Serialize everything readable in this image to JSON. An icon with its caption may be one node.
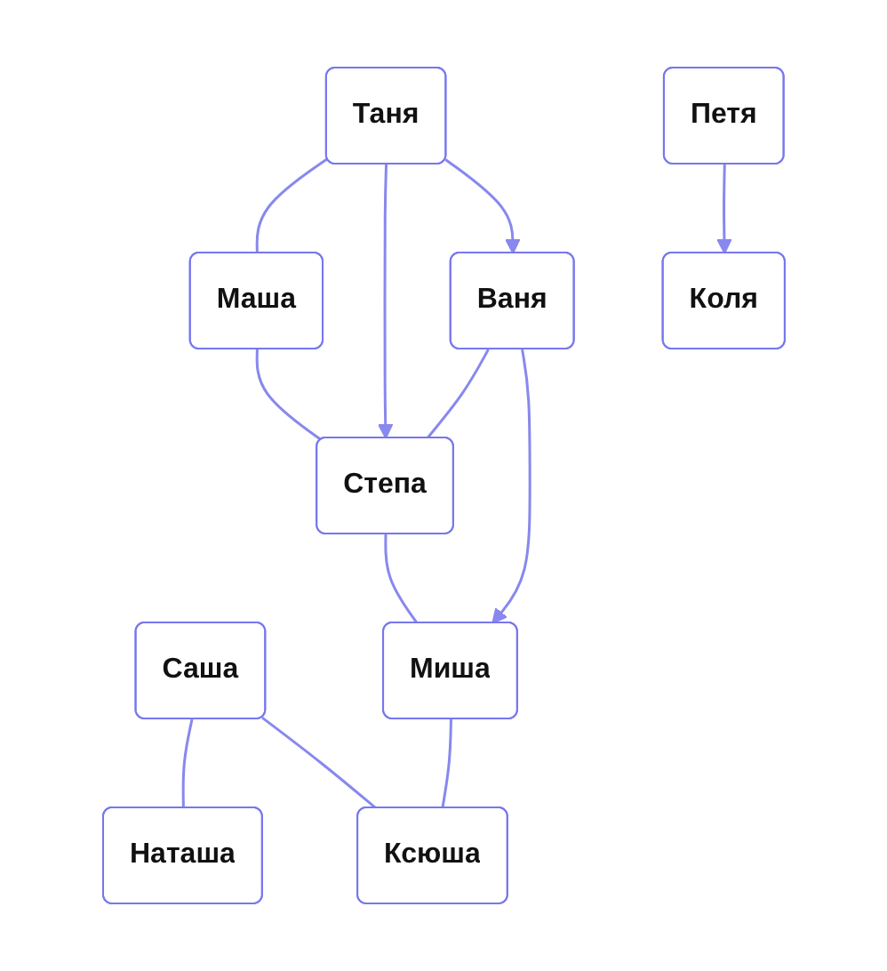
{
  "diagram": {
    "nodes": [
      {
        "text": [
          "Саша"
        ]
      },
      {
        "text": [
          "Наташа"
        ]
      },
      {
        "text": [
          "Таня"
        ]
      },
      {
        "text": [
          "Маша"
        ]
      },
      {
        "text": [
          "Ксюша"
        ]
      },
      {
        "text": [
          "Ваня"
        ]
      },
      {
        "text": [
          "Степа"
        ]
      },
      {
        "text": [
          "Миша"
        ]
      },
      {
        "text": [
          "Петя"
        ]
      },
      {
        "text": [
          "Коля"
        ]
      }
    ],
    "edges": [
      {
        "from": 0,
        "to": 1,
        "arrow": "none"
      },
      {
        "from": 0,
        "to": 4,
        "arrow": "none"
      },
      {
        "from": 2,
        "to": 3,
        "arrow": "none"
      },
      {
        "from": 3,
        "to": 6,
        "arrow": "none"
      },
      {
        "from": 2,
        "to": 6,
        "arrow": "to"
      },
      {
        "from": 2,
        "to": 5,
        "arrow": "to"
      },
      {
        "from": 5,
        "to": 6,
        "arrow": "none"
      },
      {
        "from": 5,
        "to": 7,
        "arrow": "to"
      },
      {
        "from": 6,
        "to": 7,
        "arrow": "none"
      },
      {
        "from": 7,
        "to": 4,
        "arrow": "none"
      },
      {
        "from": 8,
        "to": 9,
        "arrow": "to"
      }
    ]
  }
}
